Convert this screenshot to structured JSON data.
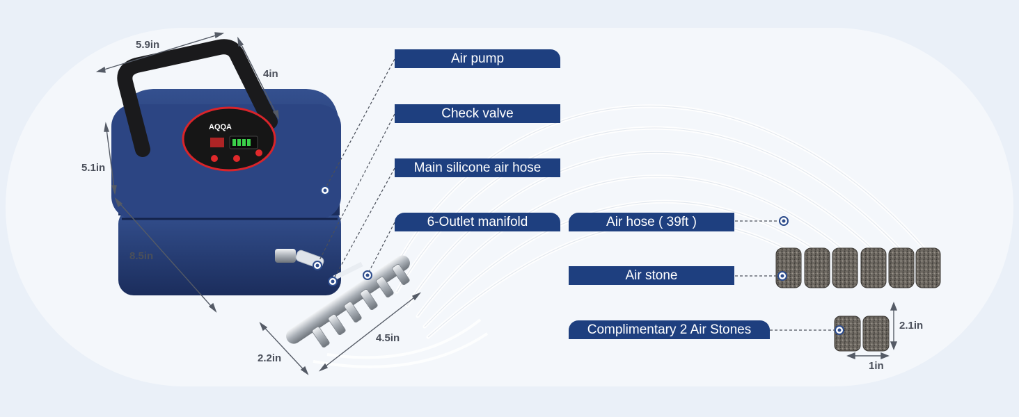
{
  "labels": {
    "air_pump": "Air pump",
    "check_valve": "Check valve",
    "main_hose": "Main silicone air hose",
    "manifold": "6-Outlet manifold",
    "air_hose": "Air hose ( 39ft )",
    "air_stone": "Air stone",
    "complimentary": "Complimentary 2 Air Stones"
  },
  "dimensions": {
    "pump_width": "5.9in",
    "pump_depth": "4in",
    "pump_height": "5.1in",
    "pump_length": "8.5in",
    "manifold_width": "2.2in",
    "manifold_length": "4.5in",
    "stone_height": "2.1in",
    "stone_width": "1in"
  },
  "pump": {
    "brand": "AQQA"
  },
  "colors": {
    "label_bg": "#1e3f7f",
    "pump_body": "#23376a",
    "display_red": "#e0292b",
    "display_green": "#3bd14a",
    "marker": "#2d4c8c"
  }
}
